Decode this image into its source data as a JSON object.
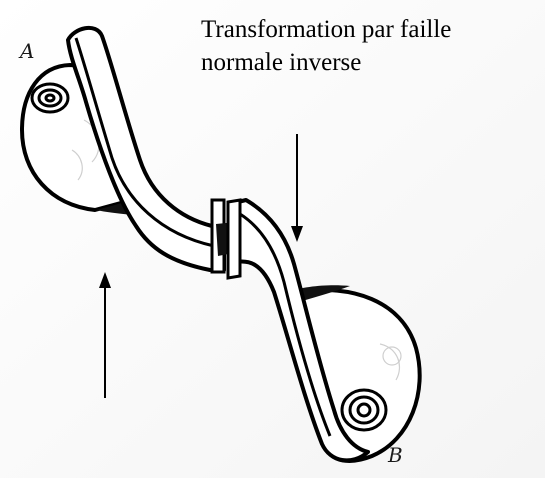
{
  "title": {
    "line1": "Transformation par faille",
    "line2": "normale inverse"
  },
  "labels": {
    "end_a": "A",
    "end_b": "B"
  },
  "colors": {
    "ink": "#000000",
    "paper": "#ffffff",
    "shadow_wash": "#f2f2f2"
  }
}
